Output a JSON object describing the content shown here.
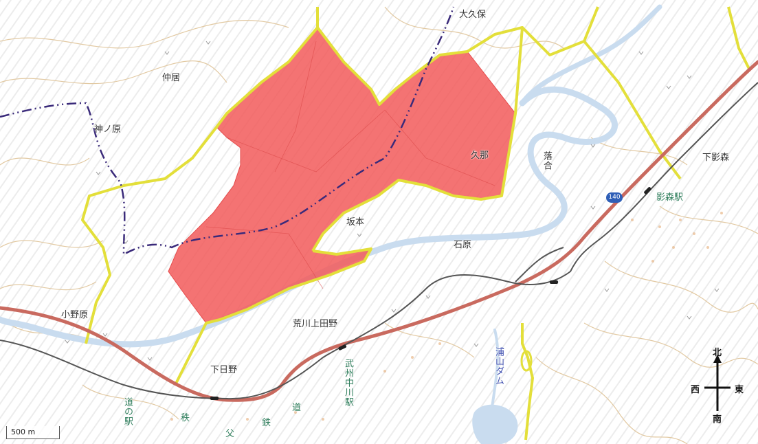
{
  "map": {
    "place_labels": {
      "okubo": "大久保",
      "nakai": "仲居",
      "kaminohara": "神ノ原",
      "kuna": "久那",
      "ochiai": "落合",
      "shimokagemori": "下影森",
      "kagemori_station": "影森駅",
      "sakamoto": "坂本",
      "ishihara": "石原",
      "onohara": "小野原",
      "arakawa_kamitano": "荒川上田野",
      "shimohino": "下日野",
      "bushu_nakagawa_station": "武州中川駅",
      "michi_no_eki": "道の駅",
      "urayama_dam": "浦山ダム",
      "chichibu_railway": [
        "秩",
        "父",
        "鉄",
        "道"
      ]
    },
    "route_shield": "140",
    "scale": "500 m",
    "compass": {
      "north": "北",
      "south": "南",
      "east": "東",
      "west": "西"
    },
    "colors": {
      "highlight_fill": "#f25a5a",
      "boundary": "#e3df3a",
      "road": "#c96a5f",
      "railway": "#555555",
      "trail": "#3a2a7a",
      "river": "#c9dcef",
      "contour": "#e2c9a2"
    }
  }
}
